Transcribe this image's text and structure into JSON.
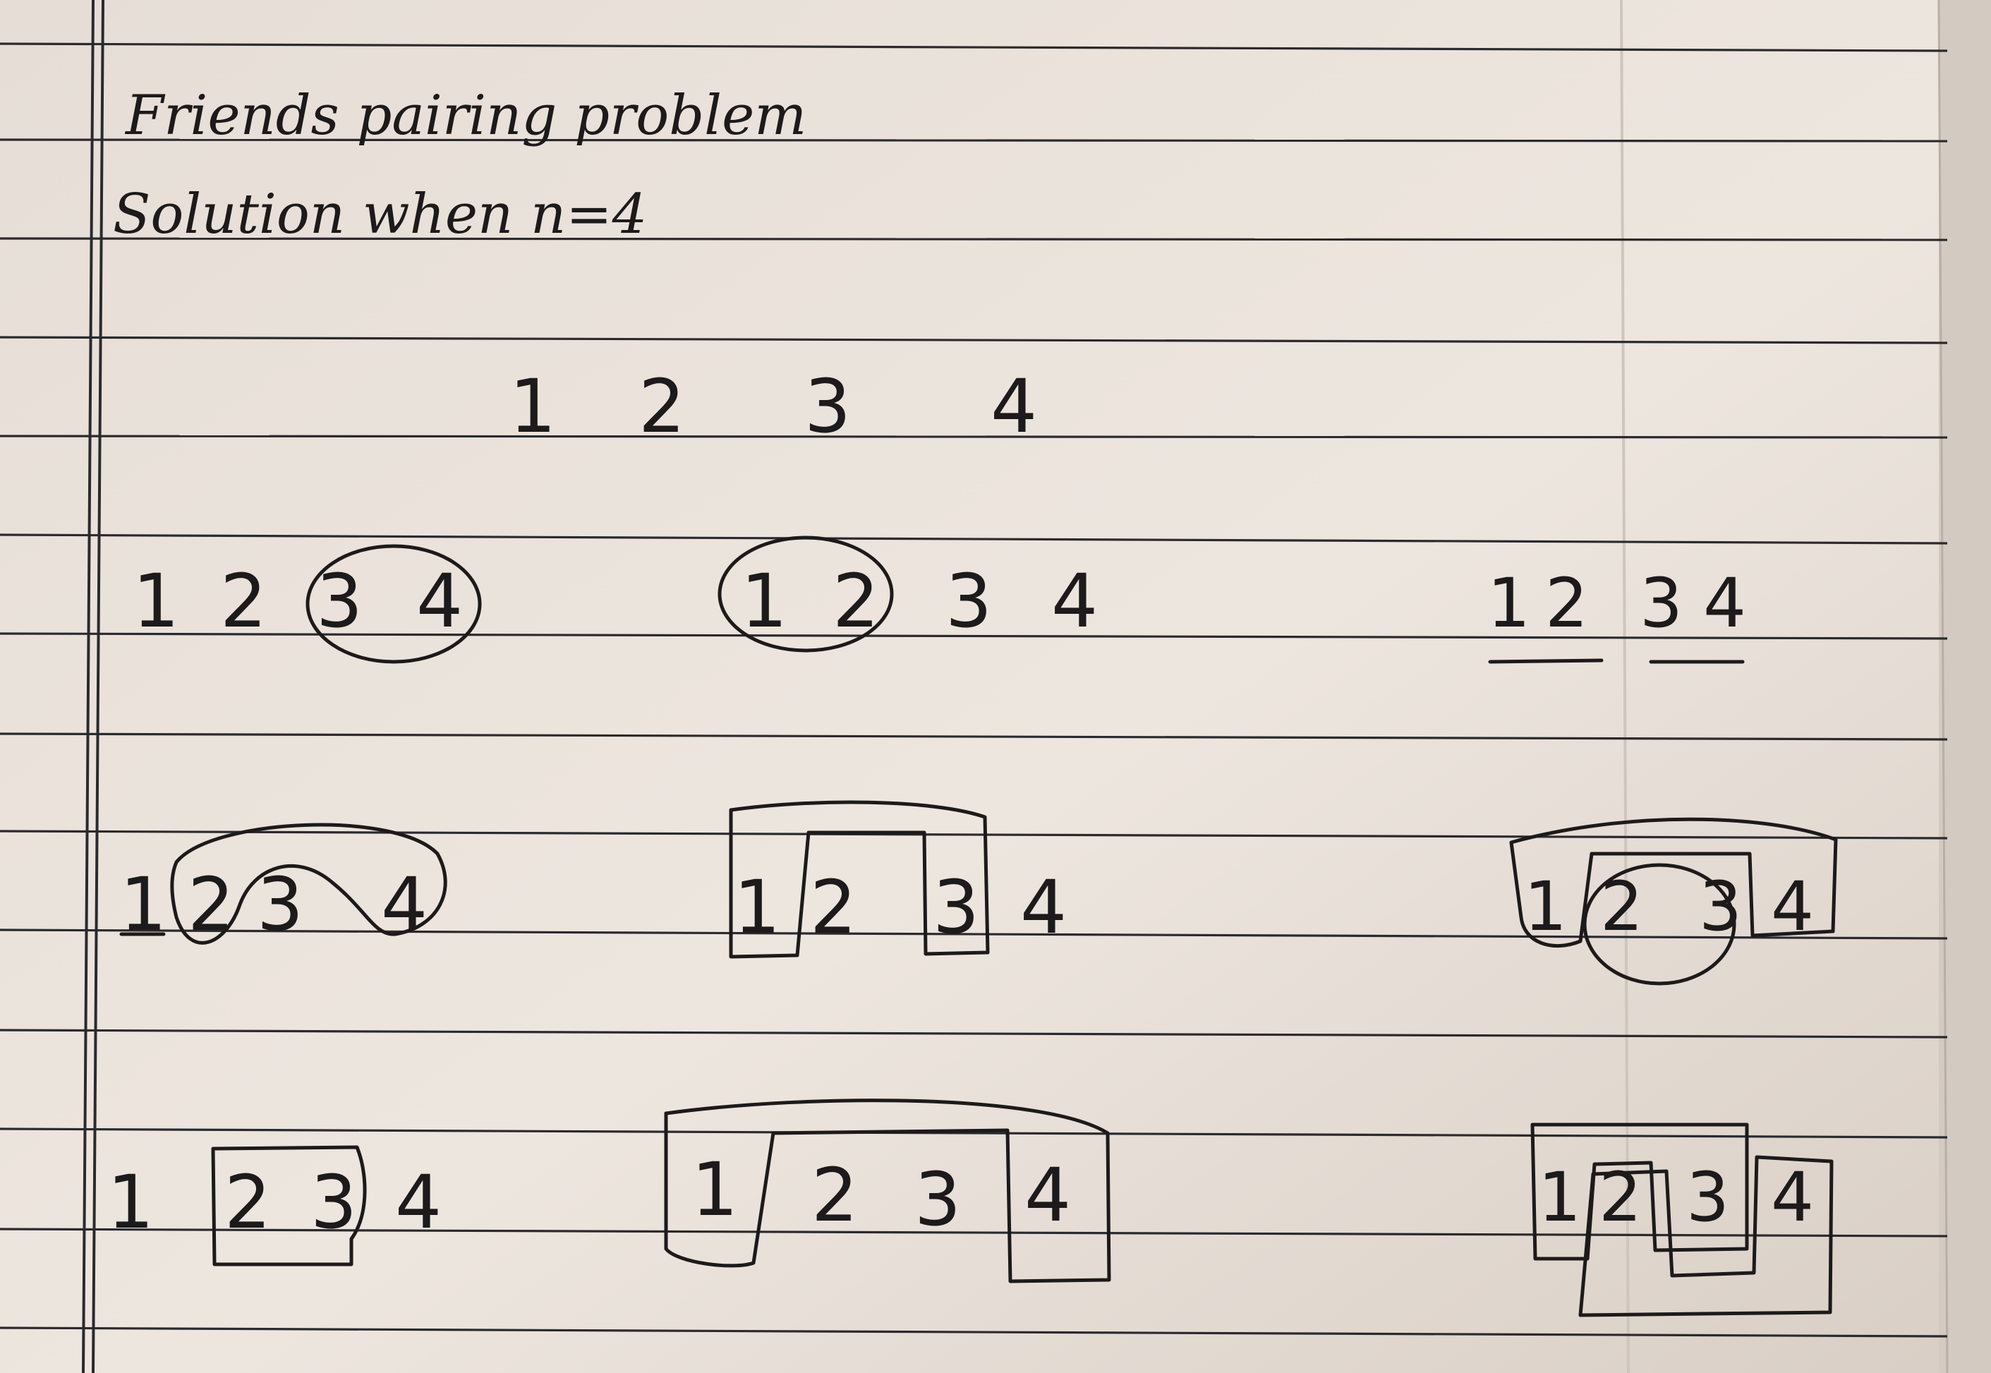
{
  "heading": {
    "line1": "Friends pairing problem",
    "line2": "Solution when n=4"
  },
  "friends": [
    "1",
    "2",
    "3",
    "4"
  ],
  "solutions": [
    {
      "items": [
        "1",
        "2",
        "3",
        "4"
      ],
      "pairs": [
        [
          "3",
          "4"
        ]
      ]
    },
    {
      "items": [
        "1",
        "2",
        "3",
        "4"
      ],
      "pairs": [
        [
          "1",
          "2"
        ]
      ]
    },
    {
      "items": [
        "1",
        "2",
        "3",
        "4"
      ],
      "pairs": [
        [
          "1",
          "2"
        ],
        [
          "3",
          "4"
        ]
      ]
    },
    {
      "items": [
        "1",
        "2",
        "3",
        "4"
      ],
      "pairs": [
        [
          "2",
          "4"
        ]
      ]
    },
    {
      "items": [
        "1",
        "2",
        "3",
        "4"
      ],
      "pairs": [
        [
          "1",
          "3"
        ]
      ]
    },
    {
      "items": [
        "1",
        "2",
        "3",
        "4"
      ],
      "pairs": [
        [
          "1",
          "4"
        ],
        [
          "2",
          "3"
        ]
      ]
    },
    {
      "items": [
        "1",
        "2",
        "3",
        "4"
      ],
      "pairs": [
        [
          "2",
          "3"
        ]
      ]
    },
    {
      "items": [
        "1",
        "2",
        "3",
        "4"
      ],
      "pairs": [
        [
          "1",
          "4"
        ]
      ]
    },
    {
      "items": [
        "1",
        "2",
        "3",
        "4"
      ],
      "pairs": [
        [
          "1",
          "3"
        ],
        [
          "2",
          "4"
        ]
      ]
    }
  ]
}
